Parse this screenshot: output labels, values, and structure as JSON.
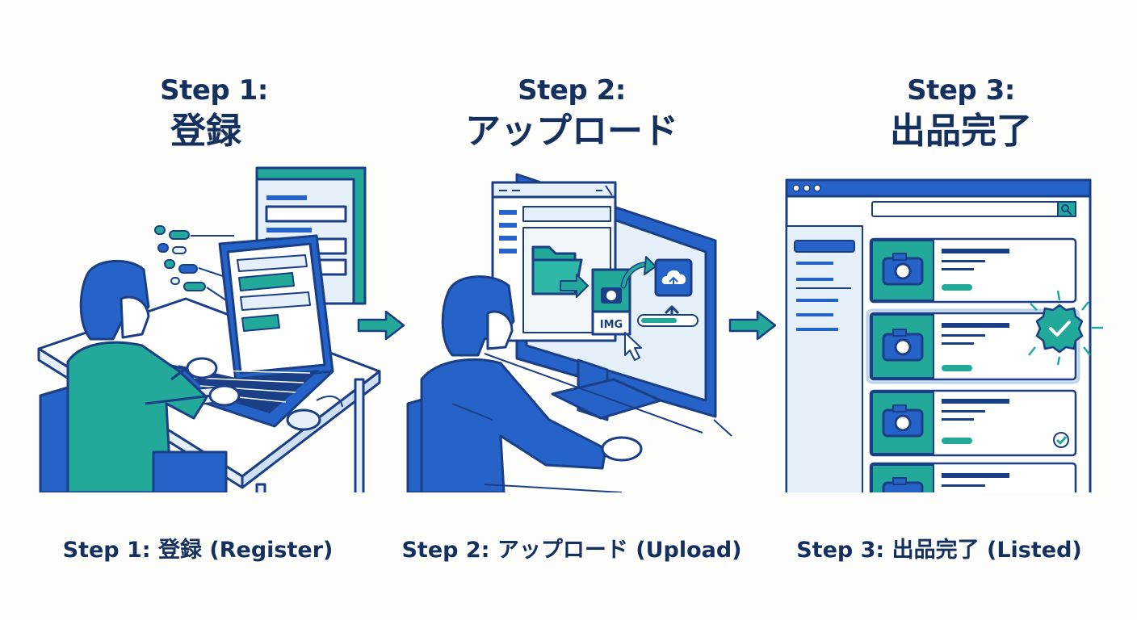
{
  "steps": [
    {
      "heading": "Step 1:",
      "title": "登録",
      "caption": "Step 1: 登録 (Register)"
    },
    {
      "heading": "Step 2:",
      "title": "アップロード",
      "caption": "Step 2: アップロード (Upload)",
      "file_label": "IMG"
    },
    {
      "heading": "Step 3:",
      "title": "出品完了",
      "caption": "Step 3: 出品完了 (Listed)"
    }
  ],
  "colors": {
    "navy": "#14305e",
    "blue": "#2563c8",
    "teal": "#22a99a",
    "light": "#e6f0fa",
    "outline": "#1a3f86"
  },
  "icons": [
    "arrow-right-icon",
    "folder-icon",
    "camera-icon",
    "cloud-upload-icon",
    "cursor-icon",
    "check-badge-icon",
    "search-icon"
  ]
}
